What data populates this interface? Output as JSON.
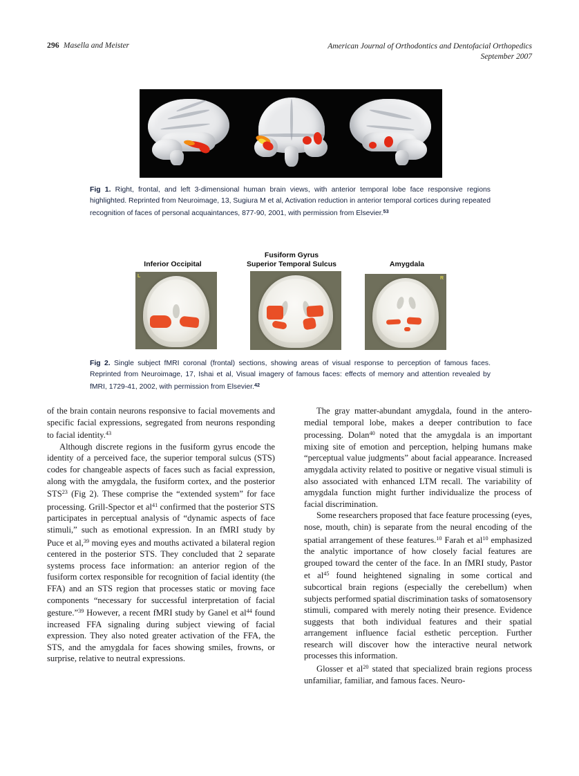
{
  "running_head": {
    "page_number": "296",
    "authors": "Masella and Meister",
    "journal": "American Journal of Orthodontics and Dentofacial Orthopedics",
    "issue_date": "September 2007"
  },
  "figure1": {
    "alt": "Three-dimensional human brain renderings: right lateral, frontal, and left lateral views on black background with red-orange activation foci in the anterior temporal lobes",
    "caption_lead": "Fig 1.",
    "caption_text": " Right, frontal, and left 3-dimensional human brain views, with anterior temporal lobe face responsive regions highlighted. Reprinted from Neuroimage, 13, Sugiura M et al, Activation reduction in anterior temporal cortices during repeated recognition of faces of personal acquaintances, 877-90, 2001, with permission from Elsevier.",
    "caption_ref": "53"
  },
  "figure2": {
    "alt": "Three single-subject fMRI coronal sections showing red activation clusters",
    "panel_labels": [
      "Inferior Occipital",
      "Fusiform Gyrus\nSuperior Temporal Sulcus",
      "Amygdala"
    ],
    "label_1": "Inferior Occipital",
    "label_2_line1": "Fusiform Gyrus",
    "label_2_line2": "Superior Temporal Sulcus",
    "label_3": "Amygdala",
    "orientation_marks": {
      "left": "L",
      "right": "R"
    },
    "caption_lead": "Fig 2.",
    "caption_text": "  Single subject fMRI coronal (frontal) sections, showing areas of visual response to perception of famous faces. Reprinted from Neuroimage, 17, Ishai et al, Visual imagery of famous faces: effects of memory and attention revealed by fMRI, 1729-41, 2002, with permission from Elsevier.",
    "caption_ref": "42"
  },
  "body": {
    "left_column": [
      {
        "indent": false,
        "runs": [
          {
            "t": "of the brain contain neurons responsive to facial movements and specific facial expressions, segregated from neurons responding to facial identity."
          },
          {
            "sup": "43"
          }
        ]
      },
      {
        "indent": true,
        "runs": [
          {
            "t": "Although discrete regions in the fusiform gyrus encode the identity of a perceived face, the superior temporal sulcus (STS) codes for changeable aspects of faces such as facial expression, along with the amygdala, the fusiform cortex, and the posterior STS"
          },
          {
            "sup": "23"
          },
          {
            "t": " (Fig 2). These comprise the “extended system” for face processing. Grill-Spector et al"
          },
          {
            "sup": "41"
          },
          {
            "t": " confirmed that the posterior STS participates in perceptual analysis of “dynamic aspects of face stimuli,” such as emotional expression. In an fMRI study by Puce et al,"
          },
          {
            "sup": "39"
          },
          {
            "t": " moving eyes and mouths activated a bilateral region centered in the posterior STS. They concluded that 2 separate systems process face information: an anterior region of the fusiform cortex responsible for recognition of facial identity (the FFA) and an STS region that processes static or moving face components “necessary for successful interpretation of facial gesture.”"
          },
          {
            "sup": "39"
          },
          {
            "t": " However, a recent fMRI study by Ganel et al"
          },
          {
            "sup": "44"
          },
          {
            "t": " found increased FFA signaling during subject viewing of facial expression. They also noted greater activation of the FFA, the STS, and the amygdala for faces showing smiles, frowns, or surprise, relative to neutral expressions."
          }
        ]
      }
    ],
    "right_column": [
      {
        "indent": true,
        "runs": [
          {
            "t": "The gray matter-abundant amygdala, found in the antero-medial temporal lobe, makes a deeper contribution to face processing. Dolan"
          },
          {
            "sup": "40"
          },
          {
            "t": " noted that the amygdala is an important mixing site of emotion and perception, helping humans make “perceptual value judgments” about facial appearance. Increased amygdala activity related to positive or negative visual stimuli is also associated with enhanced LTM recall. The variability of amygdala function might further individualize the process of facial discrimination."
          }
        ]
      },
      {
        "indent": true,
        "runs": [
          {
            "t": "Some researchers proposed that face feature processing (eyes, nose, mouth, chin) is separate from the neural encoding of the spatial arrangement of these features."
          },
          {
            "sup": "10"
          },
          {
            "t": " Farah et al"
          },
          {
            "sup": "10"
          },
          {
            "t": " emphasized the analytic importance of how closely facial features are grouped toward the center of the face. In an fMRI study, Pastor et al"
          },
          {
            "sup": "45"
          },
          {
            "t": " found heightened signaling in some cortical and subcortical brain regions (especially the cerebellum) when subjects performed spatial discrimination tasks of somatosensory stimuli, compared with merely noting their presence. Evidence suggests that both individual features and their spatial arrangement influence facial esthetic perception. Further research will discover how the interactive neural network processes this information."
          }
        ]
      },
      {
        "indent": true,
        "runs": [
          {
            "t": "Glosser et al"
          },
          {
            "sup": "20"
          },
          {
            "t": " stated that specialized brain regions process unfamiliar, familiar, and famous faces. Neuro-"
          }
        ]
      }
    ]
  },
  "colors": {
    "figure1_background": "#050505",
    "activation_red": "#e32b16",
    "activation_orange": "#f28b12",
    "activation_yellow": "#f7d83a",
    "caption_text": "#15213f",
    "body_text": "#17171a",
    "orientation_mark": "#d9d24a"
  }
}
